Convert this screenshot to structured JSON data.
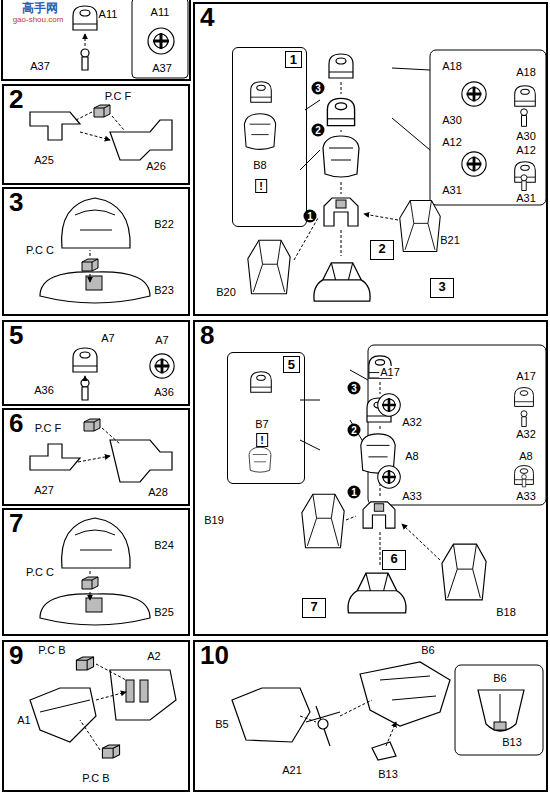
{
  "diagram": {
    "nodes": [
      {
        "text": [
          "2"
        ]
      },
      {
        "text": [
          "3"
        ]
      },
      {
        "text": [
          "4"
        ]
      },
      {
        "text": [
          "1"
        ],
        "in": 2
      },
      {
        "text": [
          "2"
        ],
        "in": 2
      },
      {
        "text": [
          "3"
        ],
        "in": 2
      },
      {
        "text": [
          "5"
        ]
      },
      {
        "text": [
          "6"
        ]
      },
      {
        "text": [
          "7"
        ]
      },
      {
        "text": [
          "8"
        ]
      },
      {
        "text": [
          "5"
        ],
        "in": 9
      },
      {
        "text": [
          "6"
        ],
        "in": 9
      },
      {
        "text": [
          "7"
        ],
        "in": 9
      },
      {
        "text": [
          "9"
        ]
      },
      {
        "text": [
          "10"
        ]
      }
    ],
    "labels": [
      "高手网",
      "gao-shou.com",
      "A11",
      "A37",
      "A11",
      "A37",
      "P.C F",
      "A25",
      "A26",
      "B22",
      "P.C C",
      "B23",
      "B8",
      "!",
      "3",
      "2",
      "1",
      "A18",
      "A18",
      "A30",
      "A30",
      "A12",
      "A12",
      "A31",
      "A31",
      "B20",
      "B21",
      "A7",
      "A36",
      "A7",
      "A36",
      "P.C F",
      "A27",
      "A28",
      "B24",
      "P.C C",
      "B25",
      "B7",
      "!",
      "3",
      "2",
      "1",
      "A17",
      "A17",
      "A32",
      "A32",
      "A8",
      "A8",
      "A33",
      "A33",
      "B19",
      "B18",
      "P.C B",
      "A2",
      "A1",
      "P.C B",
      "B6",
      "B5",
      "A21",
      "B13",
      "B6",
      "B13"
    ]
  }
}
